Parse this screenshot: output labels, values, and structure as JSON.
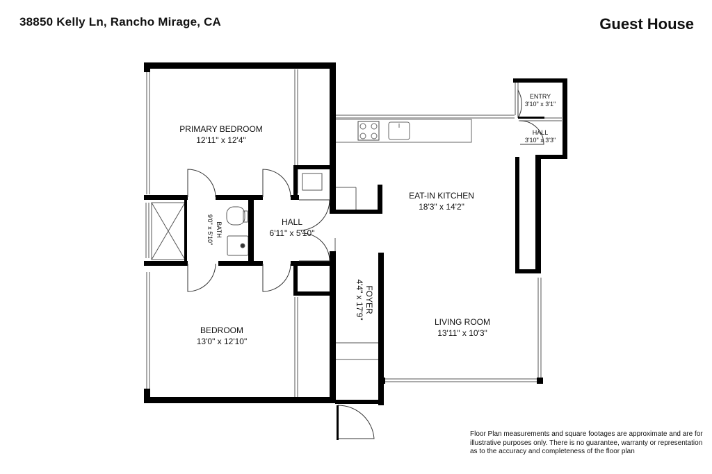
{
  "header": {
    "address": "38850 Kelly Ln, Rancho Mirage, CA",
    "house_label": "Guest House"
  },
  "rooms": {
    "primary_bedroom": {
      "name": "PRIMARY BEDROOM",
      "dims": "12'11\" x 12'4\""
    },
    "bedroom": {
      "name": "BEDROOM",
      "dims": "13'0\" x 12'10\""
    },
    "bath": {
      "name": "BATH",
      "dims": "9'0\" x 5'10\""
    },
    "hall_center": {
      "name": "HALL",
      "dims": "6'11\" x 5'10\""
    },
    "foyer": {
      "name": "FOYER",
      "dims": "4'4\" x 17'9\""
    },
    "kitchen": {
      "name": "EAT-IN KITCHEN",
      "dims": "18'3\" x 14'2\""
    },
    "living": {
      "name": "LIVING ROOM",
      "dims": "13'11\" x 10'3\""
    },
    "entry": {
      "name": "ENTRY",
      "dims": "3'10\" x 3'1\""
    },
    "hall_side": {
      "name": "HALL",
      "dims": "3'10\" x 3'3\""
    }
  },
  "footer": {
    "disclaimer": "Floor Plan measurements and square footages are approximate and are for illustrative purposes only. There is no guarantee, warranty or representation as to the accuracy and completeness of the floor plan"
  }
}
